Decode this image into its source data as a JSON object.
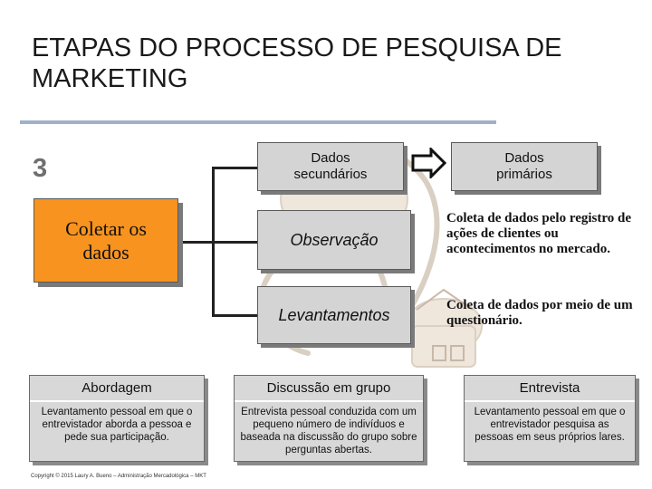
{
  "title": "ETAPAS DO PROCESSO DE PESQUISA DE MARKETING",
  "step_number": "3",
  "step_box": "Coletar os\ndados",
  "boxes": {
    "secundarios": "Dados\nsecundários",
    "primarios": "Dados\nprimários",
    "observacao": "Observação",
    "levantamentos": "Levantamentos"
  },
  "descriptions": {
    "observacao": "Coleta de dados pelo registro de ações de clientes ou acontecimentos no mercado.",
    "levantamentos": "Coleta de dados por meio de um questionário."
  },
  "lower_boxes": [
    {
      "title": "Abordagem",
      "text": "Levantamento pessoal em que o entrevistador aborda a pessoa e pede sua participação."
    },
    {
      "title": "Discussão em grupo",
      "text": "Entrevista pessoal conduzida com um pequeno número de indivíduos e baseada na discussão do grupo sobre perguntas abertas."
    },
    {
      "title": "Entrevista",
      "text": "Levantamento pessoal em que o entrevistador pesquisa as pessoas em seus próprios lares."
    }
  ],
  "copyright": "Copyright © 2015 Laury A. Bueno – Administração Mercadológica – MKT"
}
